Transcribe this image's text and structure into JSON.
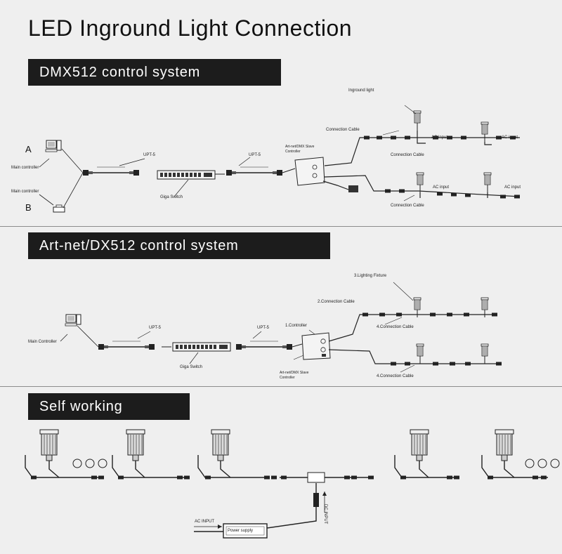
{
  "title": "LED Inground Light Connection",
  "sections": {
    "dmx": {
      "heading": "DMX512  control  system",
      "label_a": "A",
      "label_b": "B",
      "main_controller_a": "Main controller",
      "main_controller_b": "Main  controller",
      "upt_left": "UPT-5",
      "upt_right": "UPT-5",
      "giga_switch": "Giga Switch",
      "slave_controller": "Art-net/DMX Slave Controller",
      "inground_light": "Inground light",
      "connection_cable_top": "Connection Cable",
      "connection_cable_mid": "Connection Cable",
      "connection_cable_bottom": "Connection Cable",
      "ac_input_1": "AC input",
      "ac_input_2": "AC input",
      "ac_input_3": "AC input",
      "ac_input_4": "AC input"
    },
    "artnet": {
      "heading": "Art-net/DX512 control system",
      "main_controller": "Main Controller",
      "upt_left": "UPT-5",
      "upt_right": "UPT-5",
      "giga_switch": "Giga Switch",
      "controller": "1.Controller",
      "slave_controller": "Art-net/DMX Slave Controller",
      "lighting_fixture": "3.Lighting Fixture",
      "connection_cable_2": "2.Connection Cable",
      "connection_cable_4a": "4.Connection Cable",
      "connection_cable_4b": "4.Connection Cable"
    },
    "self": {
      "heading": "Self  working",
      "ac_input": "AC INPUT",
      "power_supply": "Power supply",
      "dc_input": "DC INPUT"
    }
  },
  "colors": {
    "background": "#efefef",
    "section_bar": "#1c1c1c",
    "line": "#222222"
  }
}
